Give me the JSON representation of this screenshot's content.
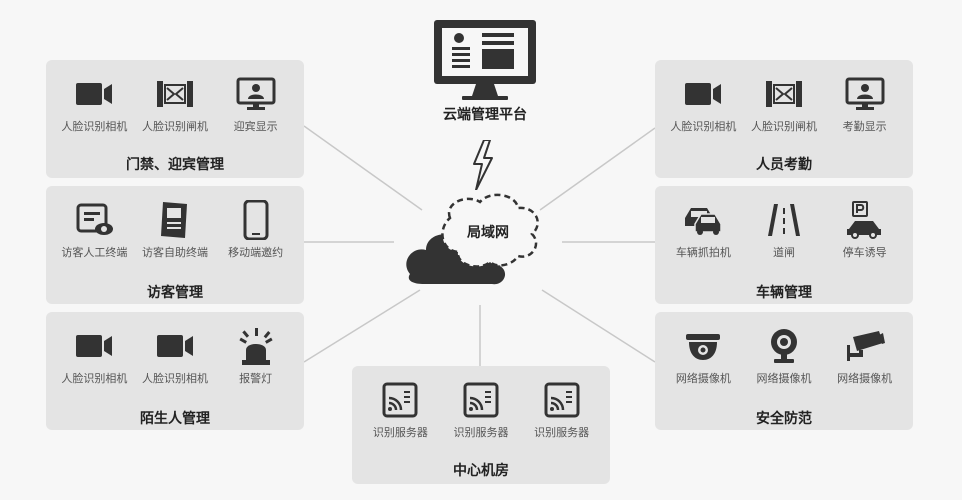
{
  "center": {
    "cloud_platform_label": "云端管理平台",
    "lan_label": "局域网"
  },
  "panels": {
    "access": {
      "title": "门禁、迎宾管理",
      "items": [
        "人脸识别相机",
        "人脸识别闸机",
        "迎宾显示"
      ]
    },
    "visitor": {
      "title": "访客管理",
      "items": [
        "访客人工终端",
        "访客自助终端",
        "移动端邀约"
      ]
    },
    "stranger": {
      "title": "陌生人管理",
      "items": [
        "人脸识别相机",
        "人脸识别相机",
        "报警灯"
      ]
    },
    "datacenter": {
      "title": "中心机房",
      "items": [
        "识别服务器",
        "识别服务器",
        "识别服务器"
      ]
    },
    "attendance": {
      "title": "人员考勤",
      "items": [
        "人脸识别相机",
        "人脸识别闸机",
        "考勤显示"
      ]
    },
    "vehicle": {
      "title": "车辆管理",
      "items": [
        "车辆抓拍机",
        "道闸",
        "停车诱导"
      ]
    },
    "security": {
      "title": "安全防范",
      "items": [
        "网络摄像机",
        "网络摄像机",
        "网络摄像机"
      ]
    }
  },
  "icons": {
    "access": [
      "video-camera-icon",
      "turnstile-gate-icon",
      "monitor-person-icon"
    ],
    "visitor": [
      "terminal-eye-icon",
      "kiosk-icon",
      "smartphone-icon"
    ],
    "stranger": [
      "video-camera-icon",
      "video-camera-icon",
      "alarm-light-icon"
    ],
    "datacenter": [
      "server-icon",
      "server-icon",
      "server-icon"
    ],
    "attendance": [
      "video-camera-icon",
      "turnstile-gate-icon",
      "monitor-person-icon"
    ],
    "vehicle": [
      "car-capture-icon",
      "road-barrier-icon",
      "parking-guide-icon"
    ],
    "security": [
      "dome-camera-icon",
      "webcam-icon",
      "cctv-camera-icon"
    ]
  },
  "colors": {
    "icon": "#333333",
    "panel": "#e4e4e4",
    "line": "#c8c8c8"
  }
}
